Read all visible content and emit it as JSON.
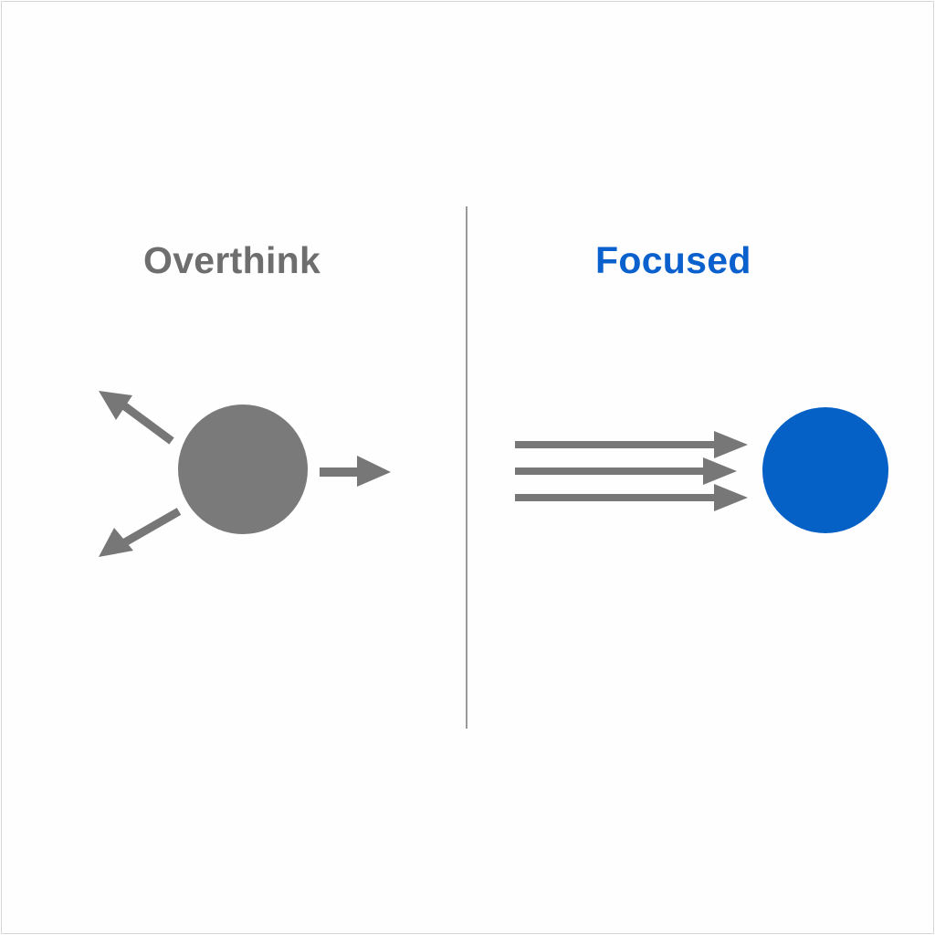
{
  "left_panel": {
    "title": "Overthink",
    "title_color": "#6e6e6e",
    "node_color": "#7a7a7a",
    "arrows": [
      "up-left",
      "right",
      "down-left"
    ]
  },
  "right_panel": {
    "title": "Focused",
    "title_color": "#0a60cc",
    "node_color": "#0561c6",
    "arrow_color": "#777777",
    "arrows": [
      "right",
      "right",
      "right"
    ]
  },
  "divider_color": "#9a9a9a"
}
